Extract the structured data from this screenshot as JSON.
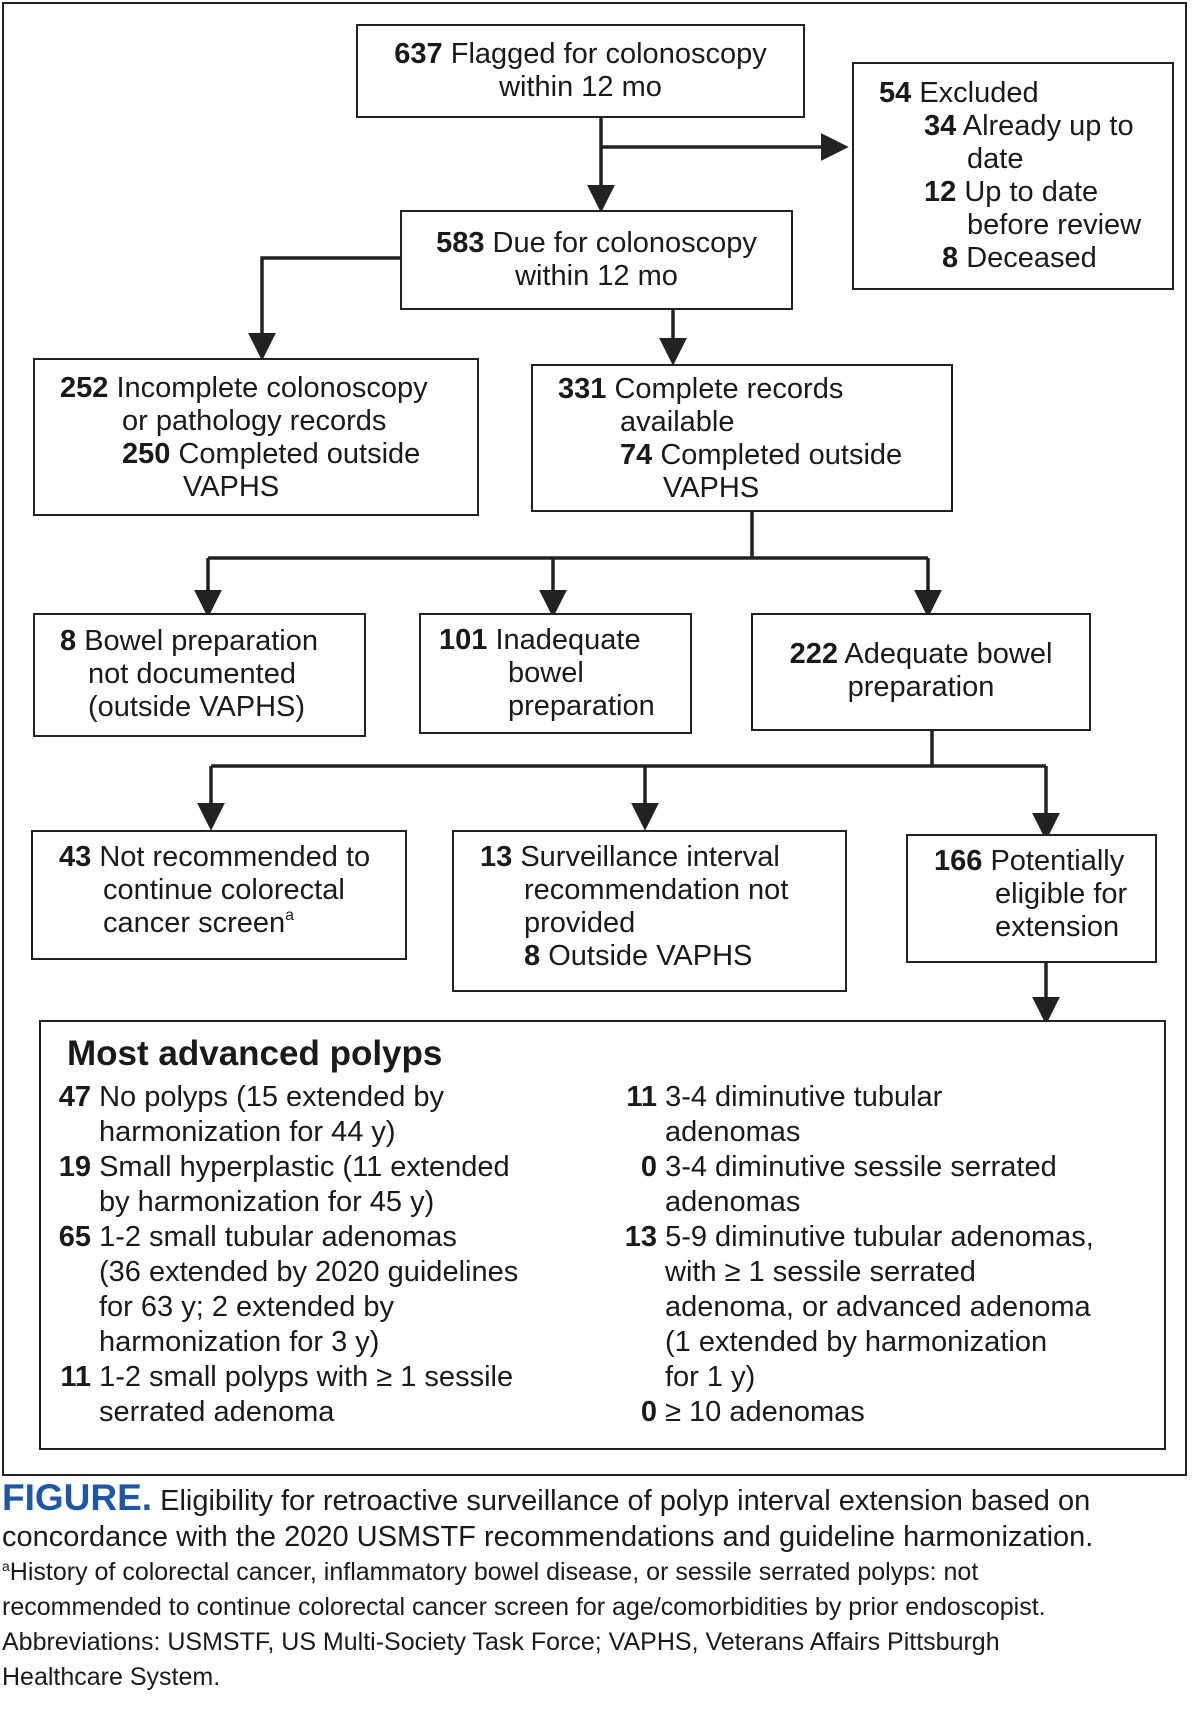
{
  "flow": {
    "flagged": {
      "num": "637",
      "line1": "Flagged for colonoscopy",
      "line2": "within 12 mo"
    },
    "excluded": {
      "num": "54",
      "label": "Excluded",
      "items": [
        {
          "num": "34",
          "line1": "Already up to",
          "line2": "date"
        },
        {
          "num": "12",
          "line1": "Up to date",
          "line2": "before review"
        },
        {
          "num": "8",
          "line1": "Deceased"
        }
      ]
    },
    "due": {
      "num": "583",
      "line1": "Due for colonoscopy",
      "line2": "within 12 mo"
    },
    "incomplete": {
      "num": "252",
      "line1": "Incomplete colonoscopy",
      "line2": "or pathology records",
      "sub_num": "250",
      "sub_line1": "Completed outside",
      "sub_line2": "VAPHS"
    },
    "complete": {
      "num": "331",
      "line1": "Complete records",
      "line2": "available",
      "sub_num": "74",
      "sub_line1": "Completed outside",
      "sub_line2": "VAPHS"
    },
    "bowel_not_documented": {
      "num": "8",
      "line1": "Bowel preparation",
      "line2": "not documented",
      "line3": "(outside VAPHS)"
    },
    "inadequate": {
      "num": "101",
      "line1": "Inadequate",
      "line2": "bowel",
      "line3": "preparation"
    },
    "adequate": {
      "num": "222",
      "line1": "Adequate bowel",
      "line2": "preparation"
    },
    "not_recommended": {
      "num": "43",
      "line1": "Not recommended to",
      "line2": "continue colorectal",
      "line3": "cancer screen",
      "footnote_mark": "a"
    },
    "surveillance_missing": {
      "num": "13",
      "line1": "Surveillance interval",
      "line2": "recommendation not",
      "line3": "provided",
      "sub_num": "8",
      "sub_line1": "Outside VAPHS"
    },
    "eligible": {
      "num": "166",
      "line1": "Potentially",
      "line2": "eligible for",
      "line3": "extension"
    }
  },
  "polyps": {
    "title": "Most advanced polyps",
    "left": [
      {
        "num": "47",
        "lines": [
          "No polyps (15 extended by",
          "harmonization for 44 y)"
        ]
      },
      {
        "num": "19",
        "lines": [
          "Small hyperplastic (11 extended",
          "by harmonization for 45 y)"
        ]
      },
      {
        "num": "65",
        "lines": [
          "1-2 small tubular adenomas",
          "(36 extended by 2020 guidelines",
          "for 63 y; 2 extended by",
          "harmonization for 3 y)"
        ]
      },
      {
        "num": "11",
        "lines": [
          "1-2 small polyps with ≥ 1 sessile",
          "serrated adenoma"
        ]
      }
    ],
    "right": [
      {
        "num": "11",
        "lines": [
          "3-4 diminutive tubular",
          "adenomas"
        ]
      },
      {
        "num": "0",
        "lines": [
          "3-4 diminutive sessile serrated",
          "adenomas"
        ]
      },
      {
        "num": "13",
        "lines": [
          "5-9 diminutive tubular adenomas,",
          "with ≥ 1 sessile serrated",
          "adenoma, or advanced adenoma",
          "(1 extended by harmonization",
          "for 1 y)"
        ]
      },
      {
        "num": "0",
        "lines": [
          "≥ 10 adenomas"
        ]
      }
    ]
  },
  "caption": {
    "label": "FIGURE.",
    "line1": "Eligibility for retroactive surveillance of polyp interval extension based on",
    "line2": "concordance with the 2020 USMSTF recommendations and guideline harmonization.",
    "foot_mark": "a",
    "foot1": "History of colorectal cancer, inflammatory bowel disease, or sessile serrated polyps: not",
    "foot2": "recommended to continue colorectal cancer screen for age/comorbidities by prior endoscopist.",
    "foot3": "Abbreviations: USMSTF, US Multi-Society Task Force; VAPHS, Veterans Affairs Pittsburgh",
    "foot4": "Healthcare System."
  },
  "colors": {
    "caption_label": "#1f57a5",
    "lines": "#222222"
  }
}
